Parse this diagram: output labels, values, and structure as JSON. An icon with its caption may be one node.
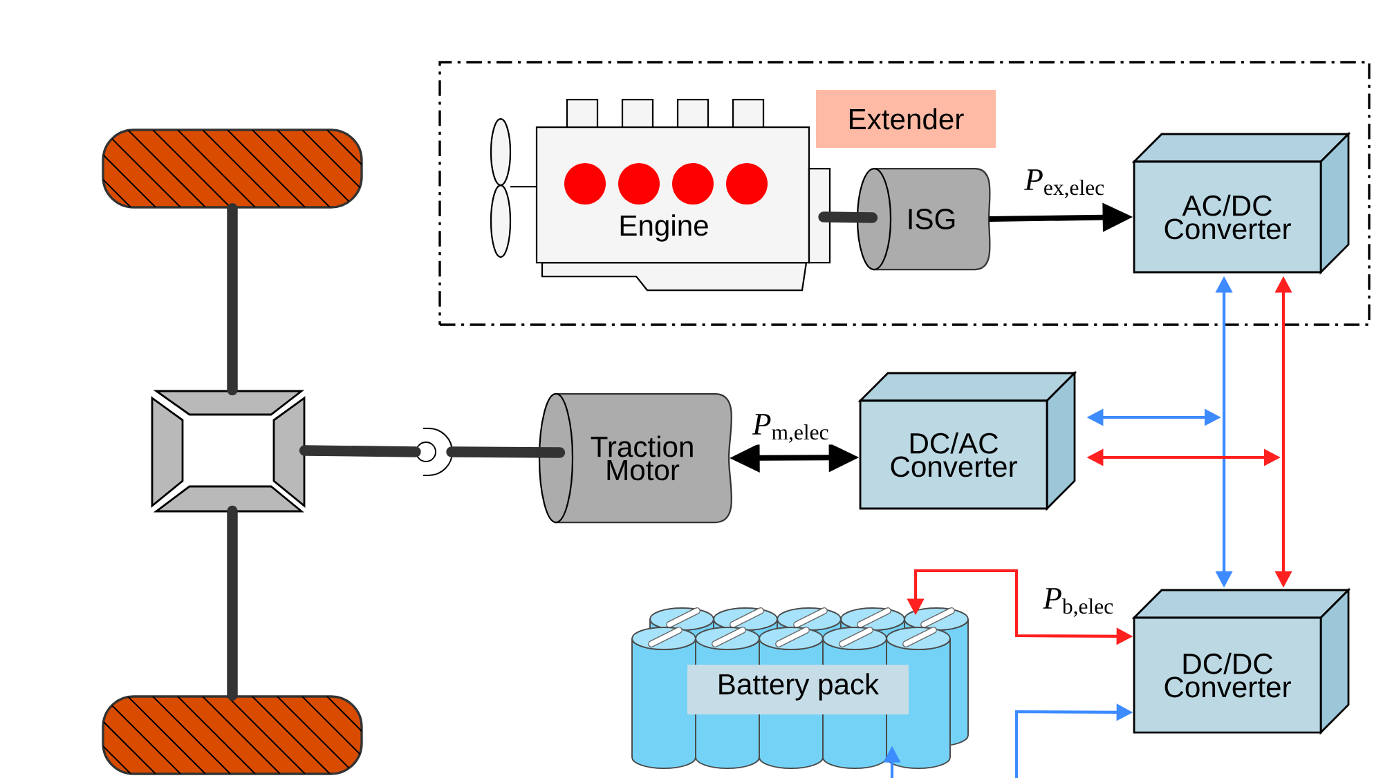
{
  "diagram": {
    "nodes": [
      {
        "text": [
          "Extender"
        ]
      },
      {
        "text": [
          "Engine"
        ],
        "in": 0
      },
      {
        "text": [
          "ISG"
        ],
        "in": 0
      },
      {
        "text": [
          "AC/DC Converter"
        ],
        "in": 0
      },
      {
        "text": [],
        "shape": "box"
      },
      {
        "text": [],
        "shape": "box"
      },
      {
        "text": [],
        "shape": "box"
      },
      {
        "text": [],
        "shape": "circle"
      },
      {
        "text": [
          "Traction Motor"
        ]
      },
      {
        "text": [
          "DC/AC Converter"
        ]
      },
      {
        "text": [
          "Battery pack"
        ]
      },
      {
        "text": [
          "DC/DC Converter"
        ]
      }
    ],
    "edges": [
      {
        "from": 1,
        "to": 2,
        "arrow": "none",
        "style": "thick"
      },
      {
        "from": 2,
        "to": 3,
        "arrow": "to",
        "label": "*P*$_{ex,elec}$",
        "style": "thick"
      },
      {
        "from": 4,
        "to": 5,
        "arrow": "none",
        "style": "thick"
      },
      {
        "from": 5,
        "to": 6,
        "arrow": "none",
        "style": "thick"
      },
      {
        "from": 5,
        "to": 7,
        "arrow": "none",
        "style": "thick"
      },
      {
        "from": 7,
        "to": 8,
        "arrow": "none",
        "style": "thick"
      },
      {
        "from": 8,
        "to": 9,
        "arrow": "both",
        "label": "*P*$_{m,elec}$",
        "style": "thick"
      },
      {
        "from": 3,
        "to": 11,
        "arrow": "both",
        "color": "#3d8bff"
      },
      {
        "from": 9,
        "to": null,
        "arrow": "both",
        "color": "#3d8bff"
      },
      {
        "from": 3,
        "to": 11,
        "arrow": "both",
        "color": "#ff2020"
      },
      {
        "from": 9,
        "to": null,
        "arrow": "both",
        "color": "#ff2020"
      },
      {
        "from": 11,
        "to": 10,
        "arrow": "both",
        "color": "#ff2020",
        "label": "*P*$_{b,elec}$"
      },
      {
        "from": null,
        "to": 11,
        "arrow": "to",
        "color": "#3d8bff"
      },
      {
        "from": null,
        "to": 10,
        "arrow": "to",
        "color": "#3d8bff"
      }
    ]
  }
}
